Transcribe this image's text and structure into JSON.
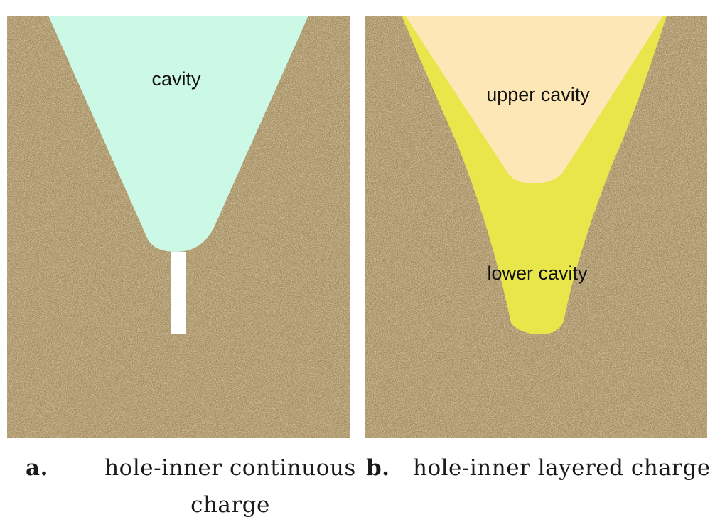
{
  "panels": [
    {
      "letter": "a.",
      "caption": "hole-inner continuous charge",
      "regions": [
        {
          "label": "cavity",
          "color": "#ccf8e6"
        },
        {
          "label": "",
          "color": "#ffffff"
        }
      ]
    },
    {
      "letter": "b.",
      "caption": "hole-inner layered charge",
      "regions": [
        {
          "label": "upper cavity",
          "color": "#fde7b6"
        },
        {
          "label": "lower cavity",
          "color": "#e8e64a"
        }
      ]
    }
  ],
  "colors": {
    "soil_base": "#c8b07c",
    "soil_dark": "#9c8455",
    "soil_light": "#e6d4a6"
  }
}
